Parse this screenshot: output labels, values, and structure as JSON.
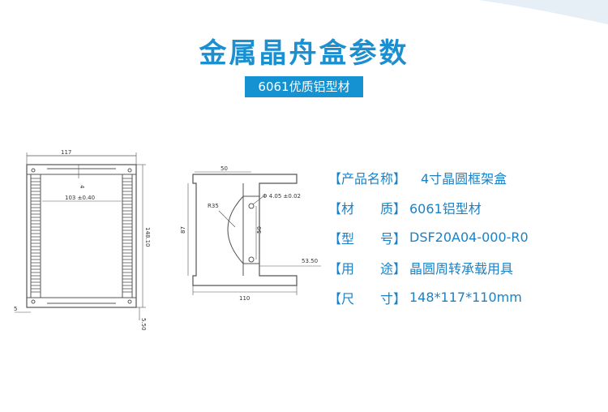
{
  "header": {
    "title": "金属晶舟盒参数",
    "subtitle": "6061优质铝型材"
  },
  "drawing_labels": {
    "front": {
      "width": "117",
      "inner_width": "103 ±0.40",
      "height": "148.10",
      "edge_left": "5",
      "edge_bottom": "5.50",
      "small_mark": "4"
    },
    "side": {
      "top_width": "50",
      "radius": "R35",
      "hole": "Φ 4.05 ±0.02",
      "height": "87",
      "slot_spacing": "50",
      "ledge": "53.50",
      "bottom_width": "110"
    }
  },
  "specs": [
    {
      "label": "【产品名称】",
      "value": "4寸晶圆框架盒"
    },
    {
      "label_open": "【材",
      "label_close": "质】",
      "value": "6061铝型材"
    },
    {
      "label_open": "【型",
      "label_close": "号】",
      "value": "DSF20A04-000-R0"
    },
    {
      "label_open": "【用",
      "label_close": "途】",
      "value": "晶圆周转承载用具"
    },
    {
      "label_open": "【尺",
      "label_close": "寸】",
      "value": "148*117*110mm"
    }
  ],
  "colors": {
    "title": "#1b8fd0",
    "badge_bg": "#1592d2",
    "spec_text": "#1a82c6",
    "drawing_line": "#555555"
  }
}
